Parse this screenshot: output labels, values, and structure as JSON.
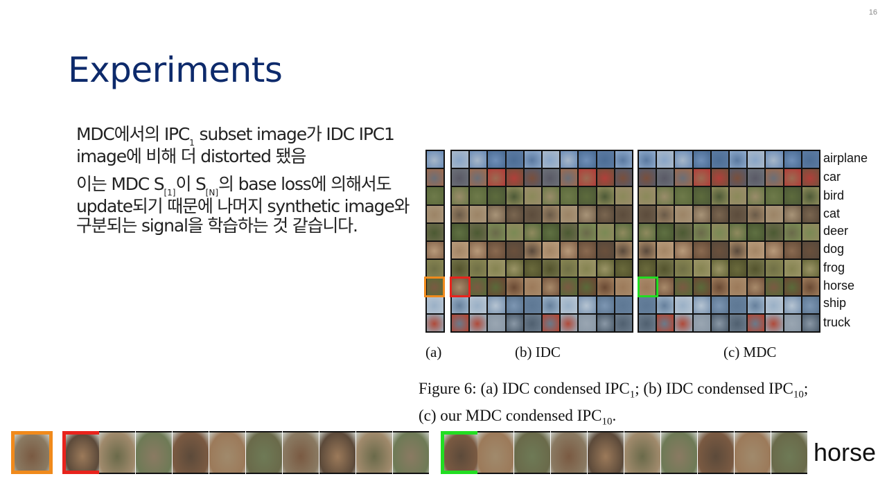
{
  "slide": {
    "page_number": "16",
    "title": "Experiments"
  },
  "body": {
    "line1_a": "MDC에서의 IPC",
    "line1_sub": "1",
    "line1_b": " subset image가 IDC IPC1 image에 비해 더 distorted 됐음",
    "line2_a": "이는 MDC S",
    "line2_sub1": "[1]",
    "line2_b": "이 S",
    "line2_sub2": "[N]",
    "line2_c": "의 base loss에 의해서도 update되기 때문에 나머지 synthetic image와 구분되는 signal을 학습하는 것 같습니다."
  },
  "figure": {
    "class_labels": [
      "airplane",
      "car",
      "bird",
      "cat",
      "deer",
      "dog",
      "frog",
      "horse",
      "ship",
      "truck"
    ],
    "sublabel_a": "(a)",
    "sublabel_b": "(b) IDC",
    "sublabel_c": "(c) MDC",
    "caption_1": "Figure 6: (a) IDC condensed IPC",
    "caption_1_sub": "1",
    "caption_2": "; (b) IDC condensed IPC",
    "caption_2_sub": "10",
    "caption_3": ";",
    "caption_4": "(c) our MDC condensed IPC",
    "caption_4_sub": "10",
    "caption_5": ".",
    "highlight_colors": {
      "orange": "#f08a1c",
      "red": "#e8231c",
      "green": "#22dd22"
    }
  },
  "strip": {
    "label": "horse"
  },
  "colors": {
    "title": "#0d2a6b",
    "text": "#222222"
  }
}
